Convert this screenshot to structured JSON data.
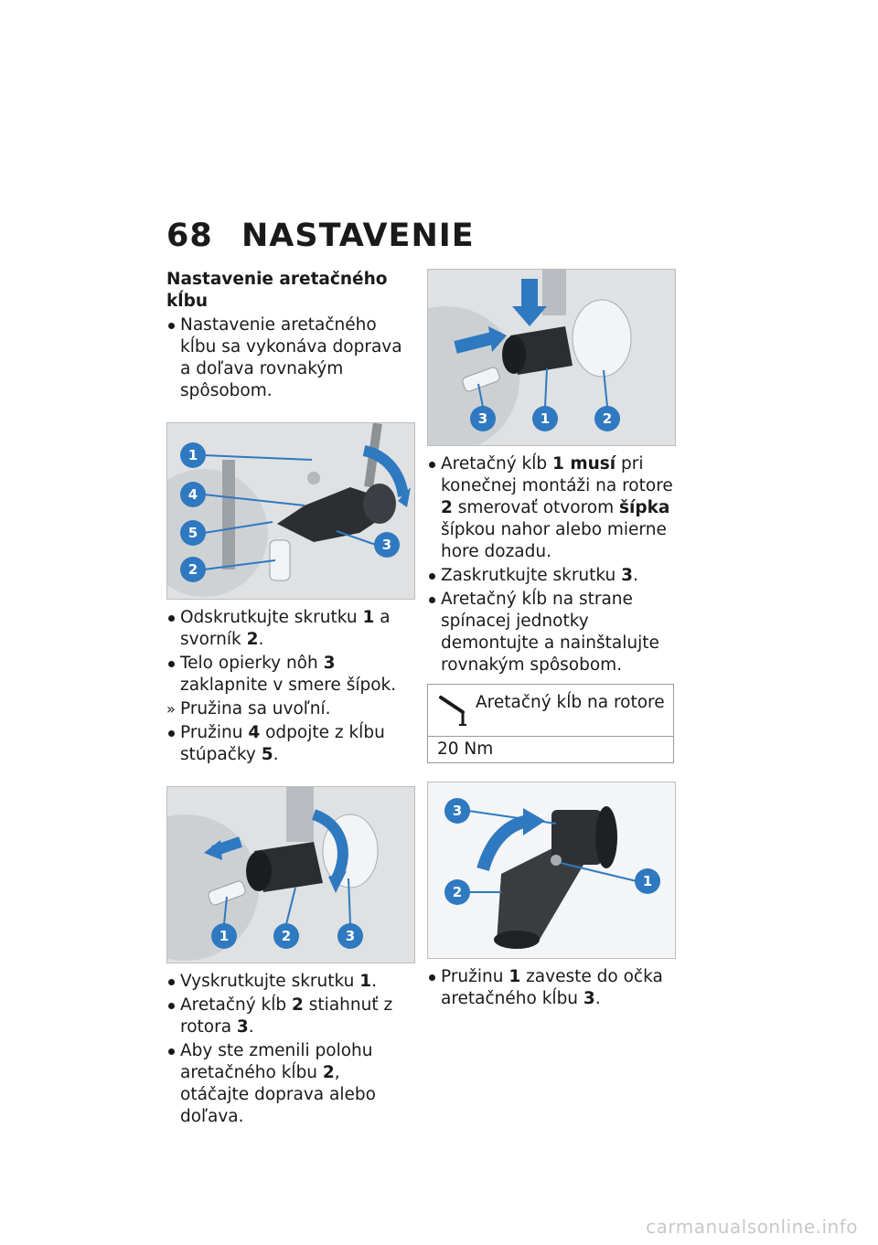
{
  "header": {
    "page_number": "68",
    "title": "NASTAVENIE"
  },
  "left": {
    "section_title": "Nastavenie aretačného kĺbu",
    "intro": "Nastavenie aretačného kĺbu sa vykonáva doprava a doľava rovnakým spôsobom.",
    "fig1_callouts": [
      "1",
      "4",
      "5",
      "2",
      "3"
    ],
    "s1a": "Odskrutkujte skrutku ",
    "s1b": "1",
    "s1c": " a svorník ",
    "s1d": "2",
    "s1e": ".",
    "s2a": "Telo opierky nôh ",
    "s2b": "3",
    "s2c": " zaklapnite v smere šípok.",
    "result_mark": "»",
    "result": "Pružina sa uvoľní.",
    "s3a": "Pružinu ",
    "s3b": "4",
    "s3c": " odpojte z kĺbu stúpačky ",
    "s3d": "5",
    "s3e": ".",
    "fig2_callouts": [
      "1",
      "2",
      "3"
    ],
    "s4a": "Vyskrutkujte skrutku ",
    "s4b": "1",
    "s4c": ".",
    "s5a": "Aretačný kĺb ",
    "s5b": "2",
    "s5c": " stiahnuť z rotora ",
    "s5d": "3",
    "s5e": ".",
    "s6a": "Aby ste zmenili polohu aretačného kĺbu ",
    "s6b": "2",
    "s6c": ", otáčajte doprava alebo doľava."
  },
  "right": {
    "fig3_callouts": [
      "3",
      "1",
      "2"
    ],
    "s7a": "Aretačný kĺb ",
    "s7b": "1 musí",
    "s7c": " pri konečnej montáži na rotore ",
    "s7d": "2",
    "s7e": " smerovať otvorom ",
    "s7f": "šípka",
    "s7g": " šípkou nahor alebo mierne hore dozadu.",
    "s8a": "Zaskrutkujte skrutku ",
    "s8b": "3",
    "s8c": ".",
    "s9": "Aretačný kĺb na strane spínacej jednotky demontujte a nainštalujte rovnakým spôsobom.",
    "spec_label": "Aretačný kĺb na rotore",
    "spec_value": "20 Nm",
    "fig4_callouts": [
      "3",
      "2",
      "1"
    ],
    "s10a": "Pružinu ",
    "s10b": "1",
    "s10c": " zaveste do očka aretačného kĺbu ",
    "s10d": "3",
    "s10e": "."
  },
  "footer": {
    "watermark": "carmanualsonline.info"
  },
  "colors": {
    "callout": "#2f79c0",
    "photo_bg": "#e9eaeb"
  }
}
